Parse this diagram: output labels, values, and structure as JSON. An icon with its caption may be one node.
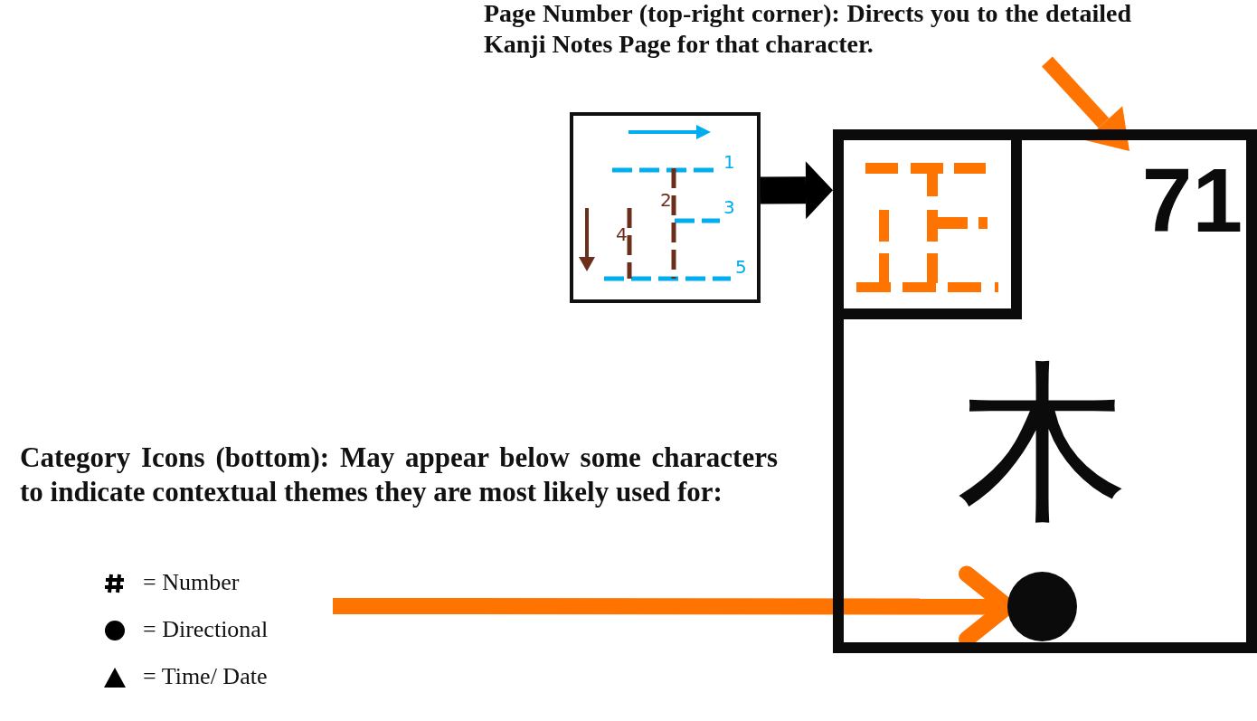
{
  "diagram": {
    "nodes": [
      {
        "text": [
          "Page Number (top-right corner): Directs you to the detailed Kanji Notes Page for that character."
        ]
      },
      {
        "text": [
          "1",
          "2",
          "3",
          "4",
          "5"
        ]
      },
      {
        "text": [],
        "shape": "box"
      },
      {
        "text": [],
        "shape": "box",
        "in": 2
      },
      {
        "text": [
          "71"
        ],
        "in": 2
      },
      {
        "text": [
          "木"
        ],
        "in": 2
      },
      {
        "text": [],
        "shape": "circle",
        "in": 2
      }
    ],
    "edges": [
      {
        "from": 0,
        "to": 4,
        "arrow": "to",
        "color": "#ff7300"
      },
      {
        "from": 1,
        "to": 3,
        "arrow": "to",
        "color": "#000000"
      },
      {
        "from": null,
        "to": 6,
        "arrow": "to",
        "color": "#ff7300"
      }
    ],
    "labels": [
      "Category Icons (bottom): May appear below some characters to indicate contextual themes they are most likely used for:"
    ],
    "legend": [
      {
        "text": "= Number"
      },
      {
        "text": "= Directional"
      },
      {
        "text": "= Time/ Date"
      }
    ]
  }
}
